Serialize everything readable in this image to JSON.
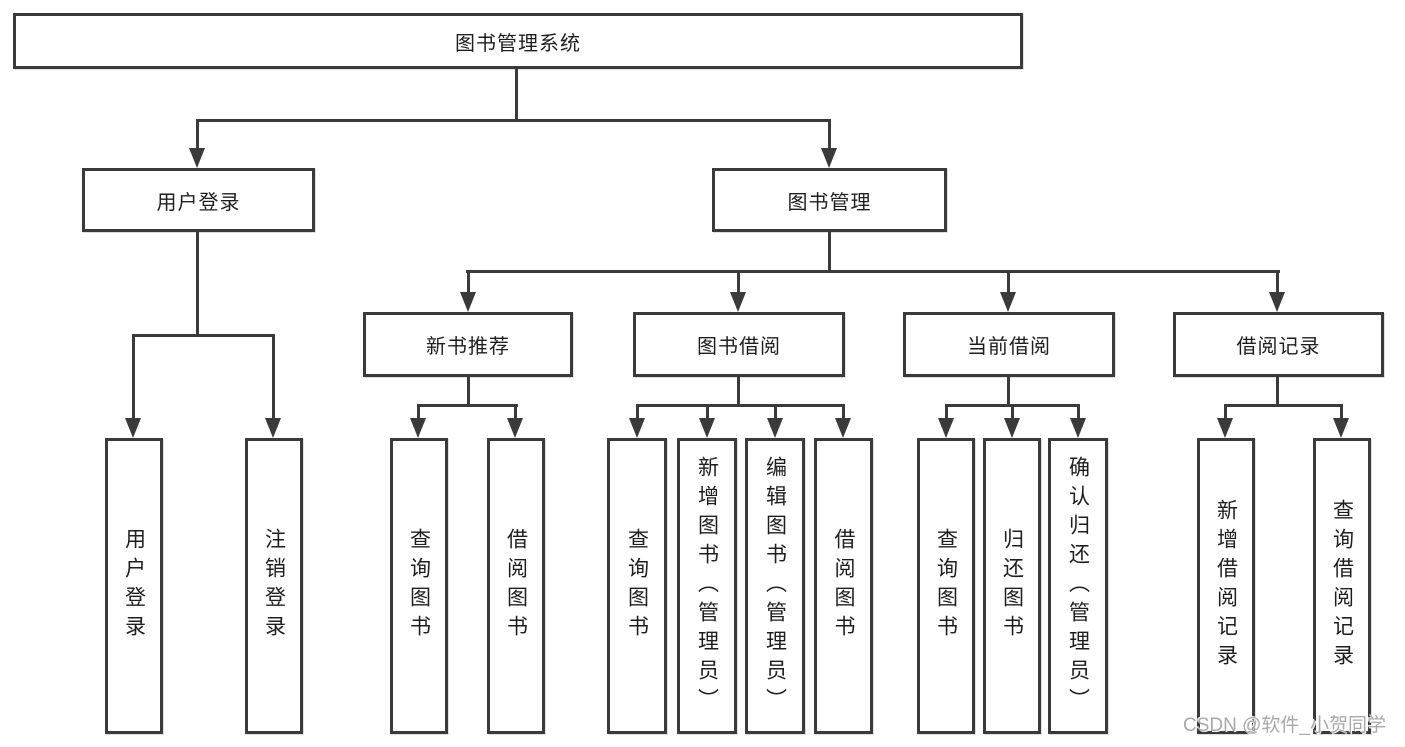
{
  "diagram": {
    "root": {
      "label": "图书管理系统"
    },
    "level2": [
      {
        "label": "用户登录"
      },
      {
        "label": "图书管理"
      }
    ],
    "level3": [
      {
        "label": "新书推荐"
      },
      {
        "label": "图书借阅"
      },
      {
        "label": "当前借阅"
      },
      {
        "label": "借阅记录"
      }
    ],
    "leaves": {
      "login": [
        {
          "label": "用户登录"
        },
        {
          "label": "注销登录"
        }
      ],
      "recommend": [
        {
          "label": "查询图书"
        },
        {
          "label": "借阅图书"
        }
      ],
      "borrow": [
        {
          "label": "查询图书"
        },
        {
          "label": "新增图书（管理员）"
        },
        {
          "label": "编辑图书（管理员）"
        },
        {
          "label": "借阅图书"
        }
      ],
      "current": [
        {
          "label": "查询图书"
        },
        {
          "label": "归还图书"
        },
        {
          "label": "确认归还（管理员）"
        }
      ],
      "records": [
        {
          "label": "新增借阅记录"
        },
        {
          "label": "查询借阅记录"
        }
      ]
    }
  },
  "watermark": {
    "text": "CSDN @软件_小贺同学"
  },
  "colors": {
    "line": "#3a3a3a",
    "border": "#3a3a3a",
    "text": "#1e1e1e",
    "watermark": "#a8a8a8",
    "background": "#ffffff"
  }
}
